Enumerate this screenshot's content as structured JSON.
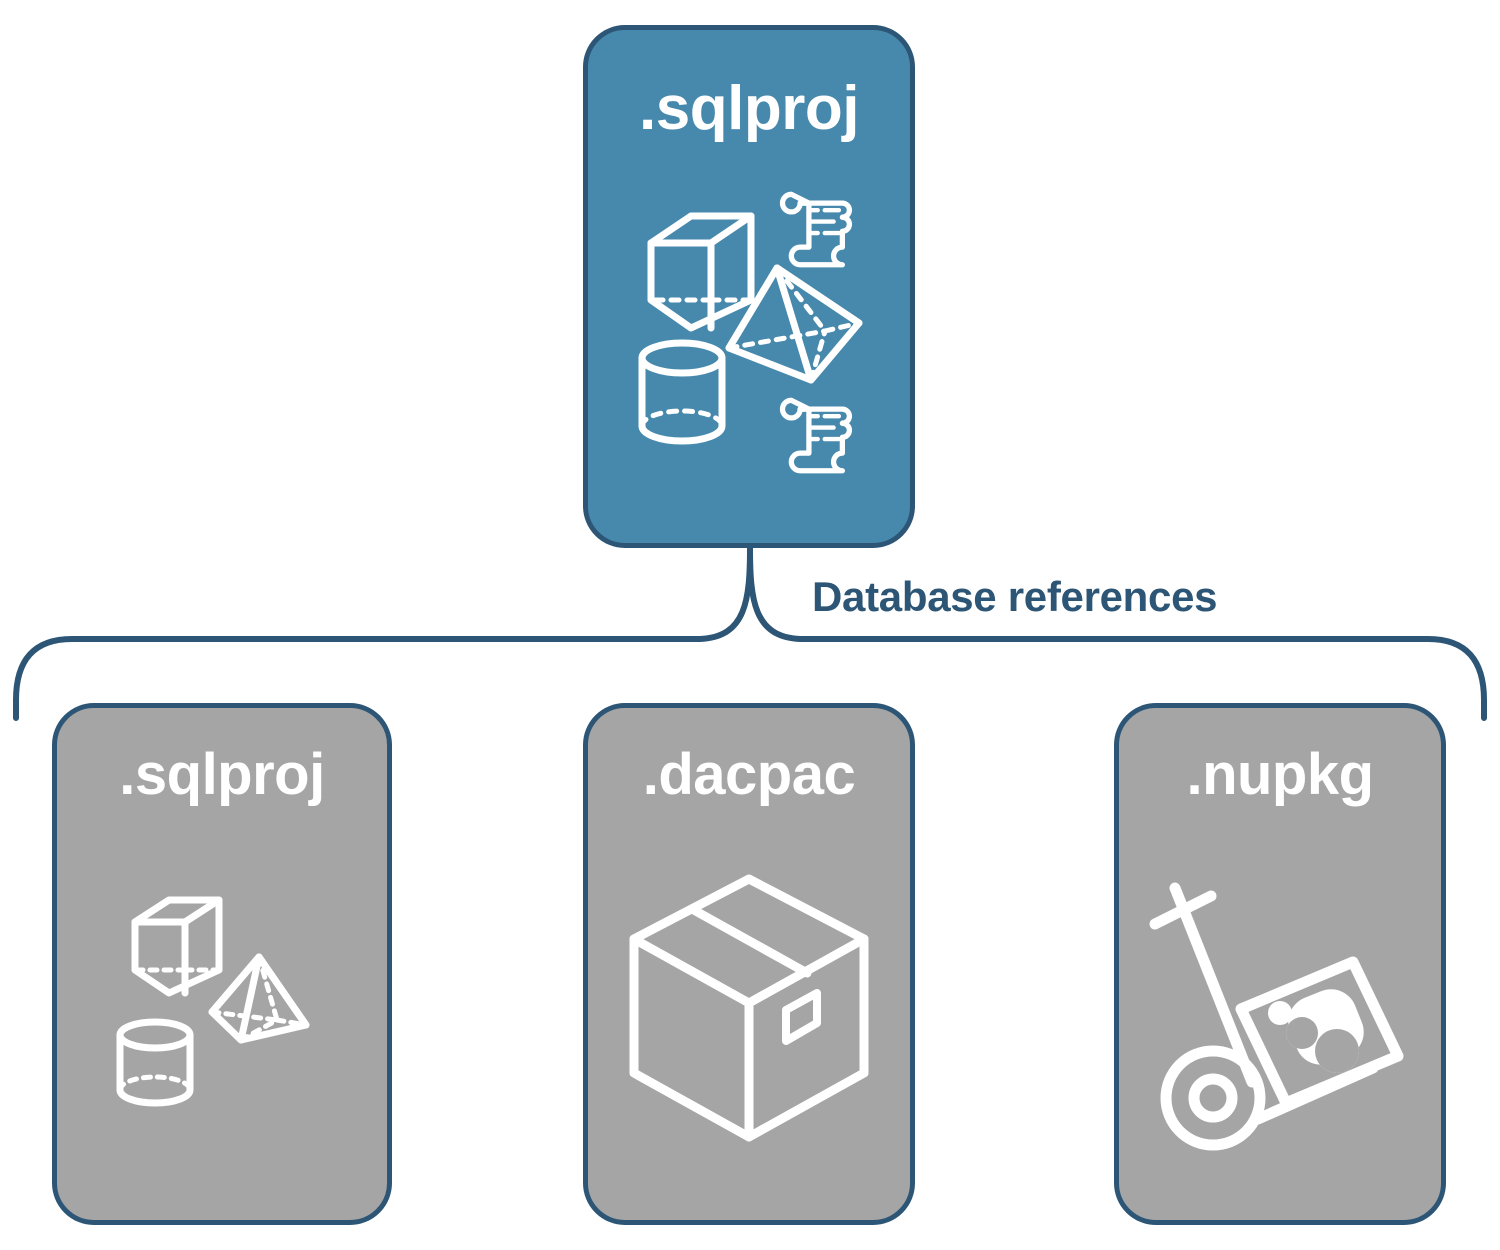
{
  "diagram": {
    "title_text": "Database references",
    "colors": {
      "primary_fill": "#4789ac",
      "secondary_fill": "#a5a5a5",
      "border": "#2d5676",
      "label": "#2d5676",
      "icon": "#ffffff",
      "background": "#ffffff"
    },
    "root": {
      "label": ".sqlproj",
      "icons": [
        "cube-wireframe-icon",
        "scroll-icon",
        "pyramid-wireframe-icon",
        "cylinder-wireframe-icon",
        "scroll-icon"
      ]
    },
    "connector": {
      "label": "Database references",
      "type": "curly-brace",
      "branch_count": 3
    },
    "references": [
      {
        "label": ".sqlproj",
        "icons": [
          "cube-wireframe-icon",
          "pyramid-wireframe-icon",
          "cylinder-wireframe-icon"
        ]
      },
      {
        "label": ".dacpac",
        "icons": [
          "package-box-icon"
        ]
      },
      {
        "label": ".nupkg",
        "icons": [
          "hand-truck-package-icon"
        ]
      }
    ]
  }
}
